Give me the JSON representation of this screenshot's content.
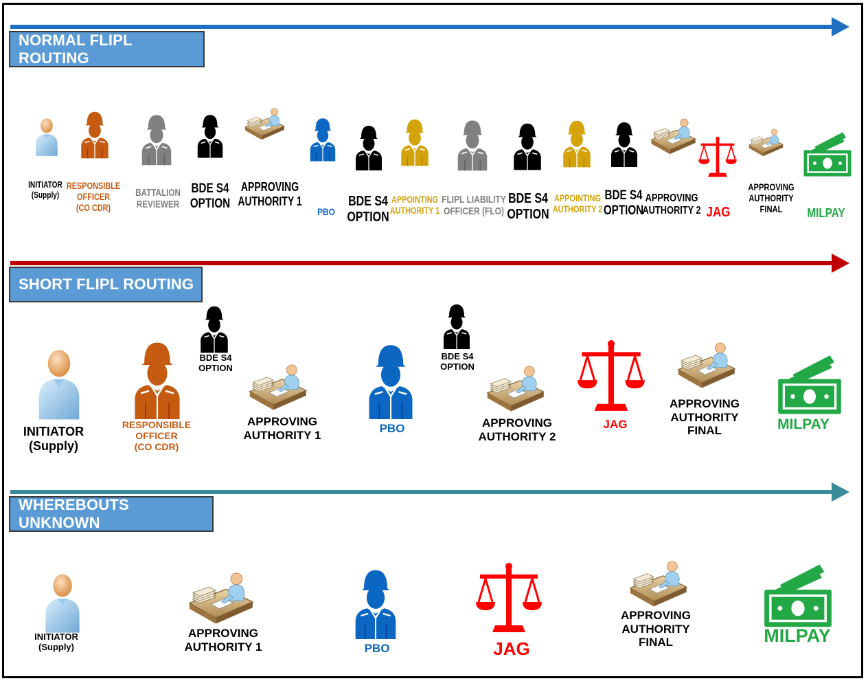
{
  "colors": {
    "tag_fill": "#5b9bd5",
    "normal_arrow": "#1f6fc0",
    "short_arrow": "#c00000",
    "wu_arrow": "#3b8a9a",
    "orange": "#c55a11",
    "gray": "#808080",
    "black": "#000000",
    "blue": "#0b67c2",
    "gold": "#d4a20b",
    "red": "#ff0000",
    "green": "#22a845"
  },
  "sections": {
    "normal": {
      "title": "NORMAL  FLIPL  ROUTING",
      "items": [
        {
          "icon": "person-icon",
          "lines": [
            "INITIATOR",
            "(Supply)"
          ],
          "color": "#000000"
        },
        {
          "icon": "soldier-icon",
          "lines": [
            "RESPONSIBLE",
            "OFFICER",
            "(CO CDR)"
          ],
          "color": "#c55a11"
        },
        {
          "icon": "soldier-icon",
          "lines": [
            "BATTALION",
            "REVIEWER"
          ],
          "color": "#808080"
        },
        {
          "icon": "soldier-icon",
          "lines": [
            "BDE S4",
            "OPTION"
          ],
          "color": "#000000"
        },
        {
          "icon": "desk-icon",
          "lines": [
            "APPROVING",
            "AUTHORITY 1"
          ],
          "color": "#000000"
        },
        {
          "icon": "soldier-icon",
          "lines": [
            "PBO"
          ],
          "color": "#0b67c2"
        },
        {
          "icon": "soldier-icon",
          "lines": [
            "BDE S4",
            "OPTION"
          ],
          "color": "#000000"
        },
        {
          "icon": "soldier-icon",
          "lines": [
            "APPOINTING",
            "AUTHORITY 1"
          ],
          "color": "#d4a20b"
        },
        {
          "icon": "soldier-icon",
          "lines": [
            "FLIPL LIABILITY",
            "OFFICER (FLO)"
          ],
          "color": "#808080"
        },
        {
          "icon": "soldier-icon",
          "lines": [
            "BDE S4",
            "OPTION"
          ],
          "color": "#000000"
        },
        {
          "icon": "soldier-icon",
          "lines": [
            "APPOINTING",
            "AUTHORITY 2"
          ],
          "color": "#d4a20b"
        },
        {
          "icon": "soldier-icon",
          "lines": [
            "BDE S4",
            "OPTION"
          ],
          "color": "#000000"
        },
        {
          "icon": "desk-icon",
          "lines": [
            "APPROVING",
            "AUTHORITY 2"
          ],
          "color": "#000000"
        },
        {
          "icon": "scales-icon",
          "lines": [
            "JAG"
          ],
          "color": "#ff0000"
        },
        {
          "icon": "desk-icon",
          "lines": [
            "APPROVING",
            "AUTHORITY",
            "FINAL"
          ],
          "color": "#000000"
        },
        {
          "icon": "money-icon",
          "lines": [
            "MILPAY"
          ],
          "color": "#22a845"
        }
      ]
    },
    "short": {
      "title": "SHORT FLIPL ROUTING",
      "items": [
        {
          "icon": "person-icon",
          "lines": [
            "INITIATOR",
            "(Supply)"
          ],
          "color": "#000000"
        },
        {
          "icon": "soldier-icon",
          "lines": [
            "RESPONSIBLE",
            "OFFICER",
            "(CO CDR)"
          ],
          "color": "#c55a11"
        },
        {
          "icon": "soldier-icon",
          "lines": [
            "BDE S4",
            "OPTION"
          ],
          "color": "#000000"
        },
        {
          "icon": "desk-icon",
          "lines": [
            "APPROVING",
            "AUTHORITY 1"
          ],
          "color": "#000000"
        },
        {
          "icon": "soldier-icon",
          "lines": [
            "PBO"
          ],
          "color": "#0b67c2"
        },
        {
          "icon": "soldier-icon",
          "lines": [
            "BDE S4",
            "OPTION"
          ],
          "color": "#000000"
        },
        {
          "icon": "desk-icon",
          "lines": [
            "APPROVING",
            "AUTHORITY 2"
          ],
          "color": "#000000"
        },
        {
          "icon": "scales-icon",
          "lines": [
            "JAG"
          ],
          "color": "#ff0000"
        },
        {
          "icon": "desk-icon",
          "lines": [
            "APPROVING",
            "AUTHORITY",
            "FINAL"
          ],
          "color": "#000000"
        },
        {
          "icon": "money-icon",
          "lines": [
            "MILPAY"
          ],
          "color": "#22a845"
        }
      ]
    },
    "wu": {
      "title": "WHEREBOUTS UNKNOWN",
      "items": [
        {
          "icon": "person-icon",
          "lines": [
            "INITIATOR",
            "(Supply)"
          ],
          "color": "#000000"
        },
        {
          "icon": "desk-icon",
          "lines": [
            "APPROVING",
            "AUTHORITY 1"
          ],
          "color": "#000000"
        },
        {
          "icon": "soldier-icon",
          "lines": [
            "PBO"
          ],
          "color": "#0b67c2"
        },
        {
          "icon": "scales-icon",
          "lines": [
            "JAG"
          ],
          "color": "#ff0000"
        },
        {
          "icon": "desk-icon",
          "lines": [
            "APPROVING",
            "AUTHORITY",
            "FINAL"
          ],
          "color": "#000000"
        },
        {
          "icon": "money-icon",
          "lines": [
            "MILPAY"
          ],
          "color": "#22a845"
        }
      ]
    }
  }
}
